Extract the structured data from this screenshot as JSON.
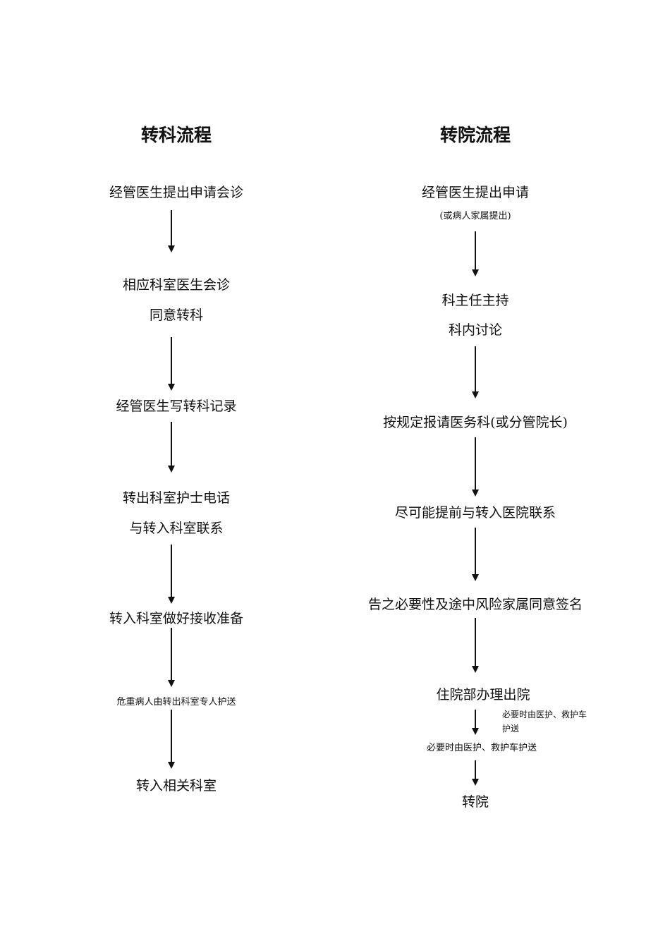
{
  "transfer_department": {
    "title": "转科流程",
    "steps": [
      "经管医生提出申请会诊",
      "相应科室医生会诊",
      "同意转科",
      "经管医生写转科记录",
      "转出科室护士电话",
      "与转入科室联系",
      "转入科室做好接收准备",
      "危重病人由转出科室专人护送",
      "转入相关科室"
    ]
  },
  "transfer_hospital": {
    "title": "转院流程",
    "steps": [
      "经管医生提出申请",
      "(或病人家属提出)",
      "科主任主持",
      "科内讨论",
      "按规定报请医务科(或分管院长)",
      "尽可能提前与转入医院联系",
      "告之必要性及途中风险家属同意签名",
      "住院部办理出院",
      "必要时由医护、救护车护送",
      "必要时由医护、救护车护送",
      "转院"
    ]
  }
}
